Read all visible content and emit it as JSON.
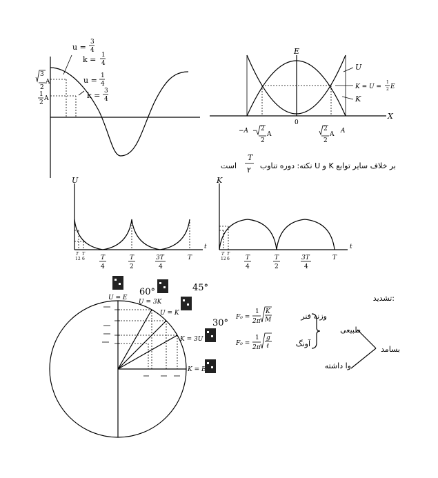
{
  "graph_a": {
    "u_eq": "u =",
    "u_34": "3",
    "u_34_den": "4",
    "k_eq": "k =",
    "k_14": "1",
    "k_14_den": "4",
    "u2_eq": "u =",
    "u2_14": "1",
    "u2_14_den": "4",
    "k2_eq": "k =",
    "k2_34": "3",
    "k2_34_den": "4",
    "y_sqrt": "3",
    "y_sqrt_den": "2",
    "y_sqrt_A": "A",
    "y_half": "1",
    "y_half_den": "2",
    "y_half_A": "A"
  },
  "graph_b": {
    "E": "E",
    "U": "U",
    "K": "K",
    "X": "X",
    "zero": "0",
    "keq": "K = U =",
    "keq_num": "1",
    "keq_den": "2",
    "keq_E": "E",
    "negA": "−A",
    "minus": "−",
    "rad2": "2",
    "den2": "2",
    "A1": "A",
    "rad2b": "2",
    "den2b": "2",
    "A2": "A",
    "A3": "A"
  },
  "note": {
    "text": "نکته: دوره تناوب U و K بر خلاف سایر توابع",
    "frac_num": "T",
    "frac_den": "۲",
    "tail": "است"
  },
  "graph_c": {
    "ylabel": "U",
    "t": "t",
    "T4": "T",
    "T4d": "4",
    "T2": "T",
    "T2d": "2",
    "T34": "3T",
    "T34d": "4",
    "T": "T",
    "tiny1": "T",
    "tiny1d": "12",
    "tiny2": "T",
    "tiny2d": "6"
  },
  "graph_d": {
    "ylabel": "K",
    "t": "t",
    "T4": "T",
    "T4d": "4",
    "T2": "T",
    "T2d": "2",
    "T34": "3T",
    "T34d": "4",
    "T": "T",
    "tiny1": "T",
    "tiny1d": "12",
    "tiny2": "T",
    "tiny2d": "6"
  },
  "circle": {
    "ue": "U = E",
    "u3k": "U = 3K",
    "uk": "U = K",
    "k3u": "K = 3U",
    "ke": "K = E",
    "a60": "60°",
    "a45": "45°",
    "a30": "30°"
  },
  "right_panel": {
    "heading": "تشدید:",
    "spring": "وزنه فنر",
    "pendulum": "آونگ",
    "natural": "طبیعی",
    "resonance": "بسامد",
    "forced": "وا داشته",
    "f1_lhs": "F₀ =",
    "f1_one": "1",
    "f1_2pi": "2π",
    "f1_K": "K",
    "f1_M": "M",
    "f2_lhs": "F₀ =",
    "f2_one": "1",
    "f2_2pi": "2π",
    "f2_g": "g",
    "f2_l": "ℓ"
  }
}
